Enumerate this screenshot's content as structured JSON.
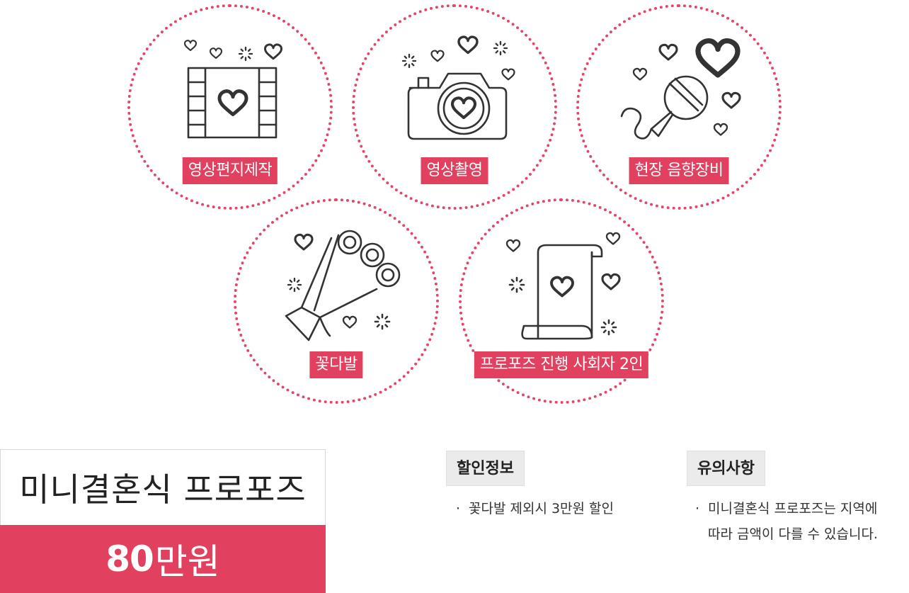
{
  "services": [
    {
      "label": "영상편지제작",
      "icon": "film-heart-icon"
    },
    {
      "label": "영상촬영",
      "icon": "camera-heart-icon"
    },
    {
      "label": "현장 음향장비",
      "icon": "microphone-heart-icon"
    },
    {
      "label": "꽃다발",
      "icon": "bouquet-icon"
    },
    {
      "label": "프로포즈 진행 사회자 2인",
      "icon": "scroll-heart-icon"
    }
  ],
  "package": {
    "title": "미니결혼식 프로포즈",
    "price_number": "80",
    "price_unit": "만원"
  },
  "discount": {
    "heading": "할인정보",
    "bullet": "·",
    "text": "꽃다발 제외시 3만원 할인"
  },
  "notice": {
    "heading": "유의사항",
    "bullet": "·",
    "line1": "미니결혼식 프로포즈는 지역에",
    "line2": "따라 금액이 다를 수 있습니다."
  },
  "colors": {
    "accent": "#e1405f",
    "dotted_border": "#e2466a",
    "header_bg": "#ebebeb"
  }
}
